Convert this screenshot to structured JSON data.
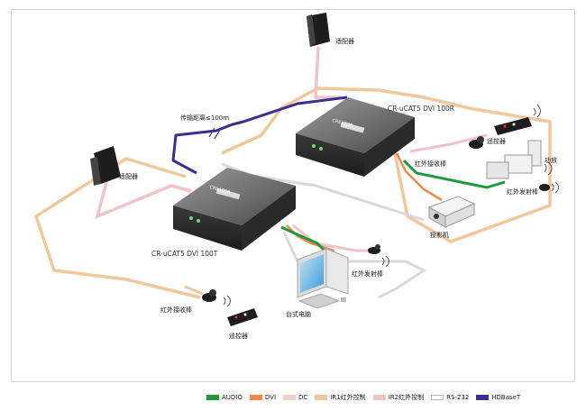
{
  "labels": {
    "adapter_top": "适配器",
    "adapter_left": "适配器",
    "distance": "传输距离≤100m",
    "receiver_model": "CR-uCAT5 DVI 100R",
    "transmitter_model": "CR-uCAT5 DVI 100T",
    "ir_receiver_right": "红外接收棒",
    "remote_right": "遥控器",
    "amplifier": "功放",
    "ir_emitter_right": "红外发射棒",
    "projector": "投影机",
    "ir_emitter_left": "红外发射棒",
    "desktop_pc": "台式电脑",
    "ir_receiver_left": "红外接收棒",
    "remote_left": "遥控器",
    "brand": "CREATOR"
  },
  "legend": [
    {
      "label": "AUDIO",
      "color": "#1e9a3c"
    },
    {
      "label": "DVI",
      "color": "#f08a4b"
    },
    {
      "label": "DC",
      "color": "#f2cfc9"
    },
    {
      "label": "IR1红外控制",
      "color": "#f0c89a"
    },
    {
      "label": "IR2红外控制",
      "color": "#efc3c8"
    },
    {
      "label": "RS-232",
      "color": "#ffffff"
    },
    {
      "label": "HDBaseT",
      "color": "#3a2f8f"
    }
  ]
}
